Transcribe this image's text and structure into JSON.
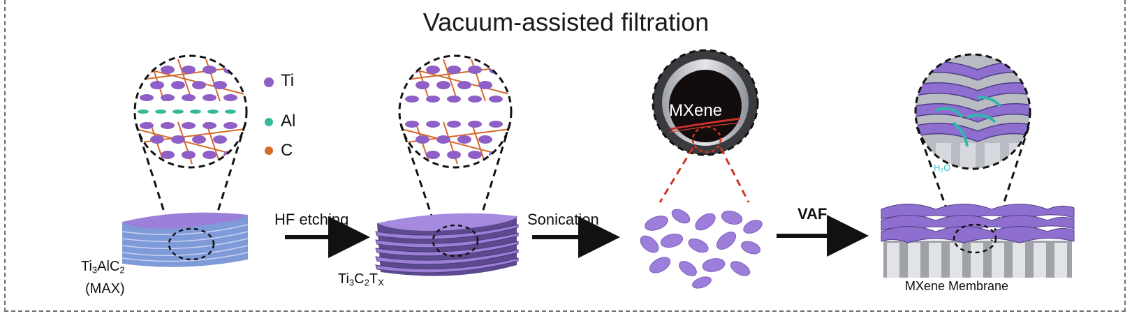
{
  "title": "Vacuum-assisted filtration",
  "legend": [
    {
      "label": "Ti",
      "color": "#8e5fc6"
    },
    {
      "label": "Al",
      "color": "#35b99a"
    },
    {
      "label": "C",
      "color": "#d56a2b"
    }
  ],
  "steps": {
    "hf_etching": "HF etching",
    "sonication": "Sonication",
    "vaf": "VAF"
  },
  "materials": {
    "max_formula_ti": "Ti",
    "max_formula_sub_ti": "3",
    "max_formula_alc": "AlC",
    "max_formula_sub_c": "2",
    "max_tag": "(MAX)",
    "etched_ti": "Ti",
    "etched_sub_ti": "3",
    "etched_c": "C",
    "etched_sub_c": "2",
    "etched_t": "T",
    "etched_sub_x": "X",
    "suspension_label": "MXene",
    "membrane_label": "MXene Membrane",
    "water_h": "H",
    "water_sub": "2",
    "water_o": "O"
  },
  "colors": {
    "purple": "#8e5fc6",
    "purple_light": "#a98ee0",
    "blue_layer": "#7f9ad8",
    "teal": "#35b99a",
    "orange": "#d56a2b",
    "red_dashed": "#d4321f",
    "frame": "#6f6f6f"
  }
}
